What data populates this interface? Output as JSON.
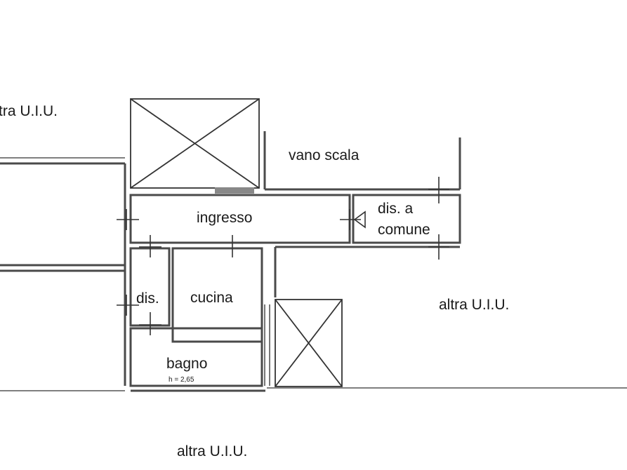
{
  "plan": {
    "labels": {
      "altra_uiu_top_left": "tra U.I.U.",
      "vano_scala": "vano scala",
      "ingresso": "ingresso",
      "dis_a_comune_line1": "dis. a",
      "dis_a_comune_line2": "comune",
      "dis": "dis.",
      "cucina": "cucina",
      "altra_uiu_right": "altra U.I.U.",
      "bagno": "bagno",
      "bagno_height": "h = 2,65",
      "altra_uiu_bottom": "altra U.I.U."
    },
    "colors": {
      "wall": "#4a4a4a",
      "background": "#ffffff",
      "text": "#1a1a1a"
    }
  }
}
